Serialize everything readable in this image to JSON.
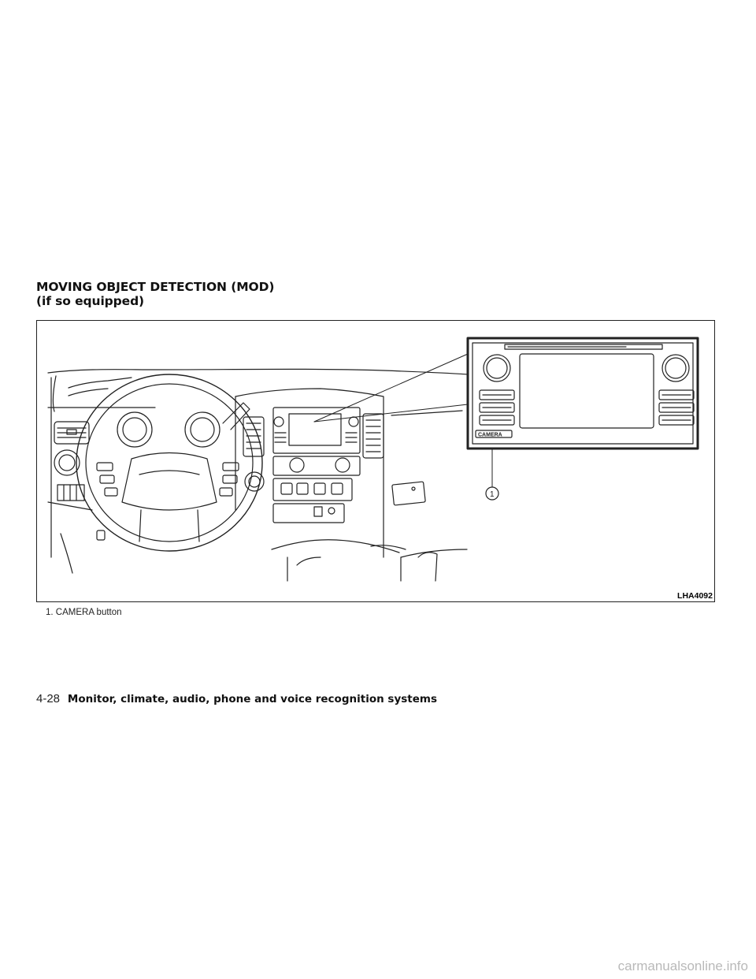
{
  "section": {
    "title_line1": "MOVING OBJECT DETECTION (MOD)",
    "title_line2": "(if so equipped)"
  },
  "figure": {
    "id": "LHA4092",
    "button_label": "CAMERA",
    "callout_number": "1"
  },
  "caption": "1. CAMERA button",
  "footer": {
    "page_number": "4-28",
    "chapter_title": "Monitor, climate, audio, phone and voice recognition systems"
  },
  "watermark": "carmanualsonline.info"
}
